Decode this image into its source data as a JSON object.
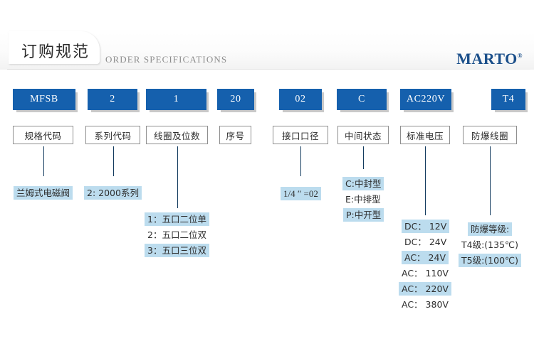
{
  "header": {
    "title_cn": "订购规范",
    "title_en": "ORDER SPECIFICATIONS",
    "logo": "MARTO",
    "logo_mark": "®",
    "brand_color": "#1b4f8a"
  },
  "theme": {
    "code_box_blue": "#1560ad",
    "highlight_blue": "#bcdcee",
    "connector_navy": "#123a5e",
    "label_border": "#8f8f8f"
  },
  "columns": [
    {
      "code": "MFSB",
      "label": "规格代码",
      "options": [
        {
          "text": "兰姆式电磁阀",
          "highlight": true
        }
      ]
    },
    {
      "code": "2",
      "label": "系列代码",
      "options": [
        {
          "text": "2: 2000系列",
          "highlight": true
        }
      ]
    },
    {
      "code": "1",
      "label": "线圈及位数",
      "options": [
        {
          "text": "1：五口二位单",
          "highlight": true
        },
        {
          "text": "2：五口二位双",
          "highlight": false
        },
        {
          "text": "3：五口三位双",
          "highlight": true
        }
      ]
    },
    {
      "code": "20",
      "label": "序号",
      "options": []
    },
    {
      "code": "02",
      "label": "接口口径",
      "options": [
        {
          "text": "1/4 ″ =02",
          "highlight": true
        }
      ]
    },
    {
      "code": "C",
      "label": "中间状态",
      "options": [
        {
          "text": "C:中封型",
          "highlight": true
        },
        {
          "text": "E:中排型",
          "highlight": false
        },
        {
          "text": "P:中开型",
          "highlight": true
        }
      ]
    },
    {
      "code": "AC220V",
      "label": "标准电压",
      "options": [
        {
          "text": "DC： 12V",
          "highlight": true
        },
        {
          "text": "DC： 24V",
          "highlight": false
        },
        {
          "text": "AC： 24V",
          "highlight": true
        },
        {
          "text": "AC： 110V",
          "highlight": false
        },
        {
          "text": "AC： 220V",
          "highlight": true
        },
        {
          "text": "AC： 380V",
          "highlight": false
        }
      ]
    },
    {
      "code": "T4",
      "label": "防爆线圈",
      "options": [
        {
          "text": "防爆等级:",
          "highlight": true
        },
        {
          "text": "T4级:(135℃)",
          "highlight": false
        },
        {
          "text": "T5级:(100℃)",
          "highlight": true
        }
      ]
    }
  ]
}
